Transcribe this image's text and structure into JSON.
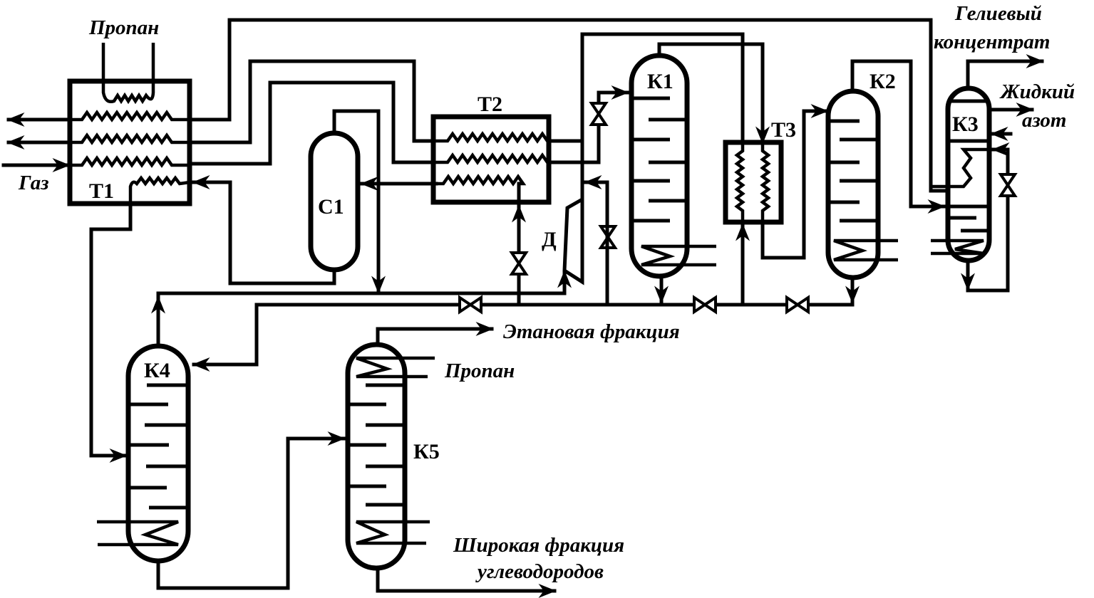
{
  "diagram": {
    "title": "Process flow diagram: cryogenic helium recovery from natural gas",
    "colors": {
      "line": "#000000",
      "background": "#ffffff"
    },
    "equipment": {
      "T1": "Т1",
      "T2": "Т2",
      "T3": "Т3",
      "C1": "С1",
      "D": "Д",
      "K1": "К1",
      "K2": "К2",
      "K3": "К3",
      "K4": "К4",
      "K5": "К5"
    },
    "streams": {
      "propane_top": "Пропан",
      "gas": "Газ",
      "helium_line1": "Гелиевый",
      "helium_line2": "концентрат",
      "nitrogen_line1": "Жидкий",
      "nitrogen_line2": "азот",
      "ethane": "Этановая фракция",
      "propane_k5": "Пропан",
      "ngl_line1": "Широкая фракция",
      "ngl_line2": "углеводородов"
    }
  }
}
